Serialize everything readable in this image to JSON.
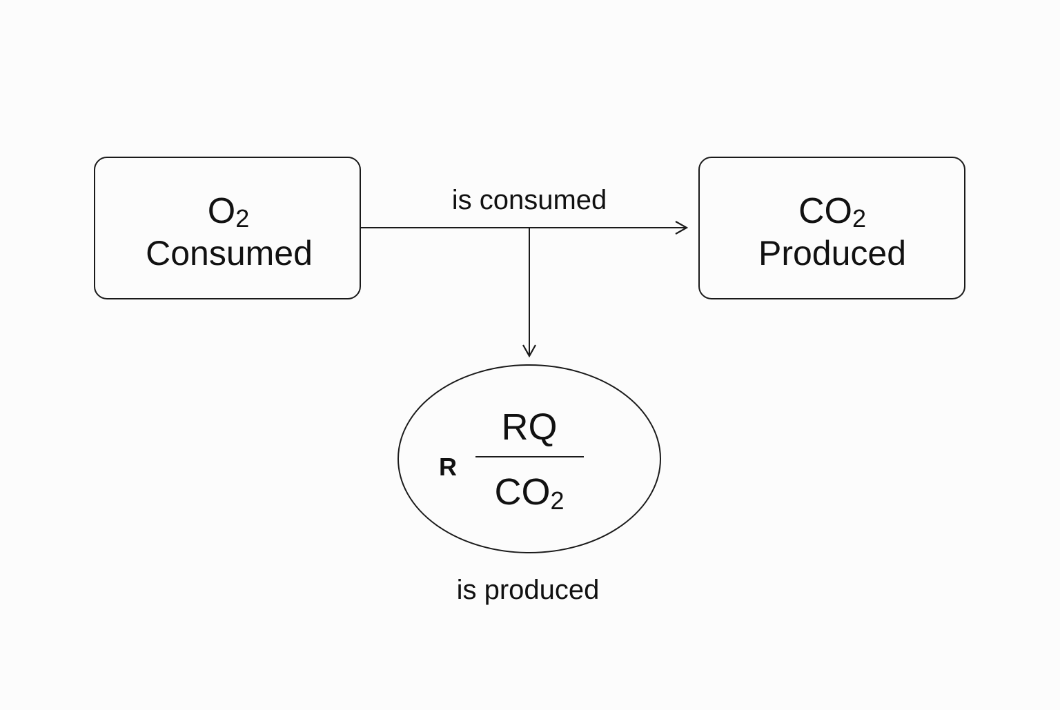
{
  "diagram": {
    "o2_box": {
      "formula_main": "O",
      "formula_sub": "2",
      "label": "Consumed"
    },
    "co2_box": {
      "formula_main": "CO",
      "formula_sub": "2",
      "label": "Produced"
    },
    "edge_top_label": "is consumed",
    "edge_bottom_label": "is produced",
    "rq_node": {
      "prefix": "R",
      "numerator": "RQ",
      "denominator_main": "CO",
      "denominator_sub": "2"
    },
    "colors": {
      "stroke": "#1a1a1a",
      "background": "#fcfcfc",
      "text": "#111111"
    }
  }
}
